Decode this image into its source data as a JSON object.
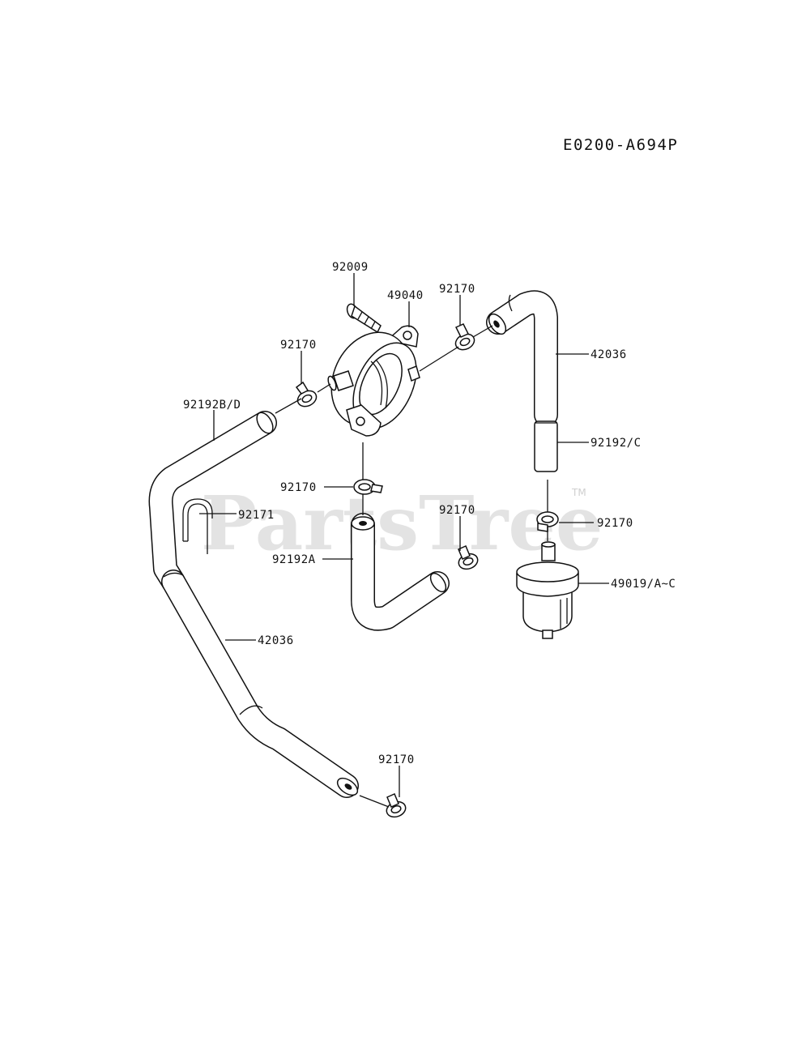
{
  "diagram_code": "E0200-A694P",
  "watermark": {
    "text": "PartsTree",
    "mark": "TM"
  },
  "parts": {
    "bolt": "92009",
    "fuel_pump": "49040",
    "clamp_pump_outlet": "92170",
    "clamp_pump_inlet": "92170",
    "hose_upper_right": "42036",
    "hose_right_short": "92192/C",
    "hose_left_long": "92192B/D",
    "clamp_pump_bottom": "92170",
    "clip": "92171",
    "clamp_filter_top": "92170",
    "clamp_hose_a": "92170",
    "hose_a": "92192A",
    "fuel_filter": "49019/A~C",
    "hose_lower_left": "42036",
    "clamp_bottom": "92170"
  }
}
